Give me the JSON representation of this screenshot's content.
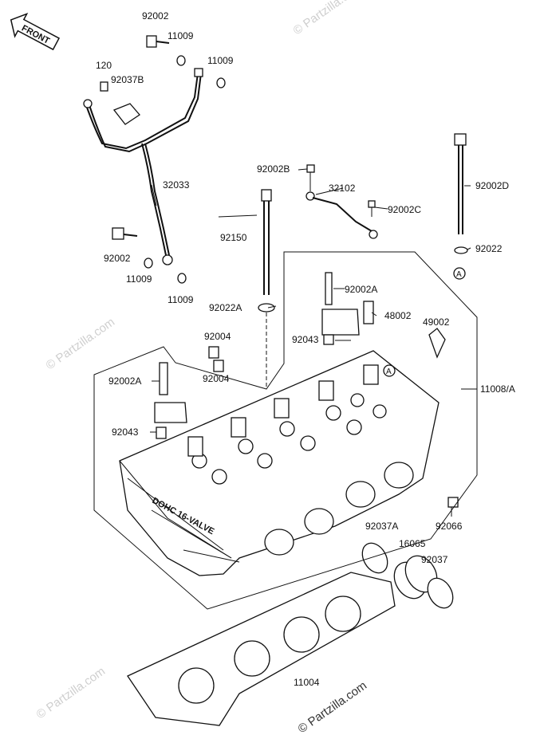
{
  "watermark": {
    "text": "© Partzilla.com",
    "corner_text": "© Partzilla.com"
  },
  "front_marker": "FRONT",
  "head_cast_text": "DOHC 16-VALVE",
  "reference_marks": [
    "A",
    "A"
  ],
  "labels": [
    {
      "id": "92002-top",
      "text": "92002"
    },
    {
      "id": "11009-a",
      "text": "11009"
    },
    {
      "id": "11009-b",
      "text": "11009"
    },
    {
      "id": "120",
      "text": "120"
    },
    {
      "id": "92037B",
      "text": "92037B"
    },
    {
      "id": "32033",
      "text": "32033"
    },
    {
      "id": "92002-left",
      "text": "92002"
    },
    {
      "id": "11009-c",
      "text": "11009"
    },
    {
      "id": "11009-d",
      "text": "11009"
    },
    {
      "id": "92002B",
      "text": "92002B"
    },
    {
      "id": "32102",
      "text": "32102"
    },
    {
      "id": "92002C",
      "text": "92002C"
    },
    {
      "id": "92002D",
      "text": "92002D"
    },
    {
      "id": "92150",
      "text": "92150"
    },
    {
      "id": "92022",
      "text": "92022"
    },
    {
      "id": "92002A-mid",
      "text": "92002A"
    },
    {
      "id": "92022A",
      "text": "92022A"
    },
    {
      "id": "48002",
      "text": "48002"
    },
    {
      "id": "49002",
      "text": "49002"
    },
    {
      "id": "92004-a",
      "text": "92004"
    },
    {
      "id": "92043-mid",
      "text": "92043"
    },
    {
      "id": "92004-b",
      "text": "92004"
    },
    {
      "id": "11008A",
      "text": "11008/A"
    },
    {
      "id": "92002A-left",
      "text": "92002A"
    },
    {
      "id": "92043-left",
      "text": "92043"
    },
    {
      "id": "92066",
      "text": "92066"
    },
    {
      "id": "92037A",
      "text": "92037A"
    },
    {
      "id": "16065",
      "text": "16065"
    },
    {
      "id": "92037",
      "text": "92037"
    },
    {
      "id": "11004",
      "text": "11004"
    }
  ]
}
